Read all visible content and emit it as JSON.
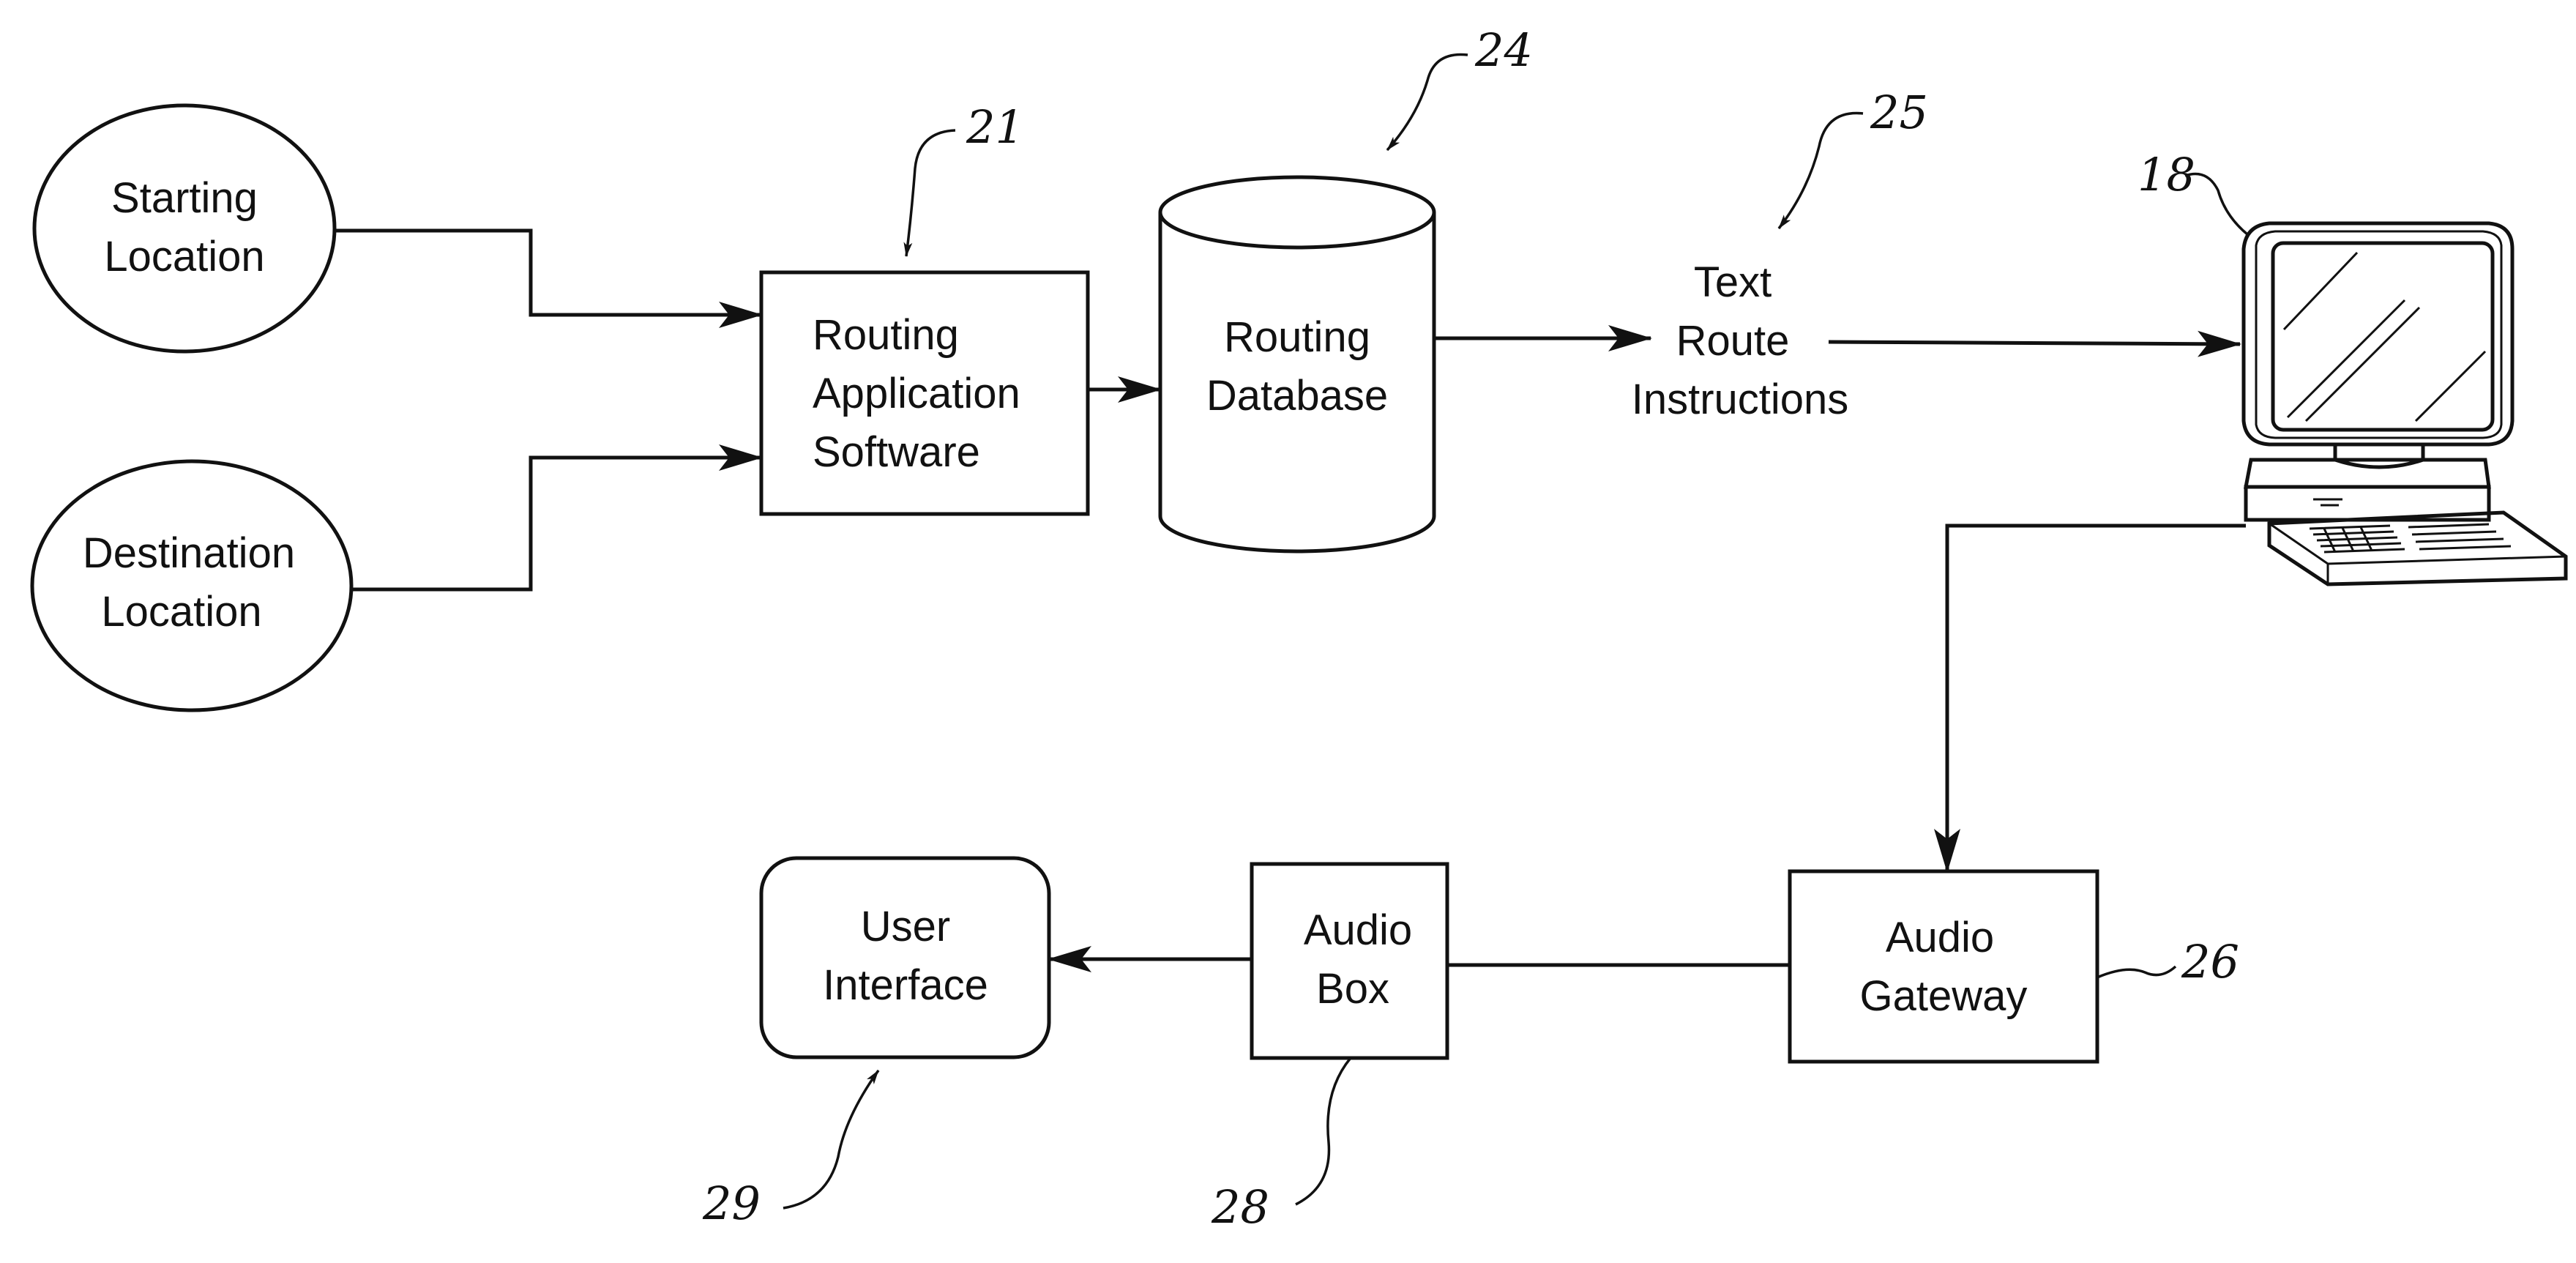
{
  "nodes": {
    "starting_location": {
      "line1": "Starting",
      "line2": "Location"
    },
    "destination_location": {
      "line1": "Destination",
      "line2": "Location"
    },
    "routing_app": {
      "line1": "Routing",
      "line2": "Application",
      "line3": "Software"
    },
    "routing_db": {
      "line1": "Routing",
      "line2": "Database"
    },
    "text_route": {
      "line1": "Text",
      "line2": "Route",
      "line3": "Instructions"
    },
    "audio_gateway": {
      "line1": "Audio",
      "line2": "Gateway"
    },
    "audio_box": {
      "line1": "Audio",
      "line2": "Box"
    },
    "user_interface": {
      "line1": "User",
      "line2": "Interface"
    }
  },
  "refs": {
    "routing_app": "21",
    "routing_db": "24",
    "text_route": "25",
    "computer": "18",
    "audio_gateway": "26",
    "audio_box": "28",
    "user_interface": "29"
  }
}
